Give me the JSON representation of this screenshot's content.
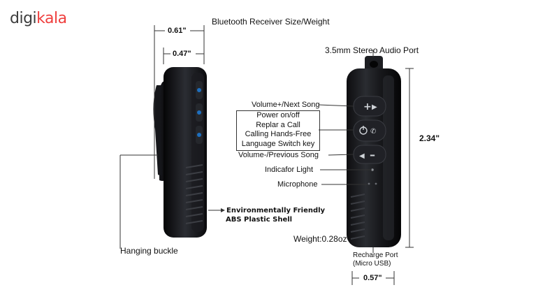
{
  "brand": {
    "part1": "digi",
    "part2": "kala"
  },
  "title": "Bluetooth Receiver Size/Weight",
  "dimensions": {
    "depth_outer": "0.61\"",
    "depth_inner": "0.47\"",
    "height": "2.34\"",
    "width": "0.57\""
  },
  "labels": {
    "audio_port": "3.5mm Stereo Audio Port",
    "volume_up": "Volume+/Next Song",
    "power_lines": [
      "Power on/off",
      "Replar a Call",
      "Calling Hands-Free",
      "Language Switch key"
    ],
    "volume_down": "Volume-/Previous Song",
    "indicator": "Indicafor Light",
    "microphone": "Microphone",
    "shell_line1": "Environmentally Friendly",
    "shell_line2": "ABS Plastic Shell",
    "buckle": "Hanging buckle",
    "weight": "Weight:0.28oz",
    "recharge_line1": "Recharge Port",
    "recharge_line2": "(Micro USB)"
  }
}
